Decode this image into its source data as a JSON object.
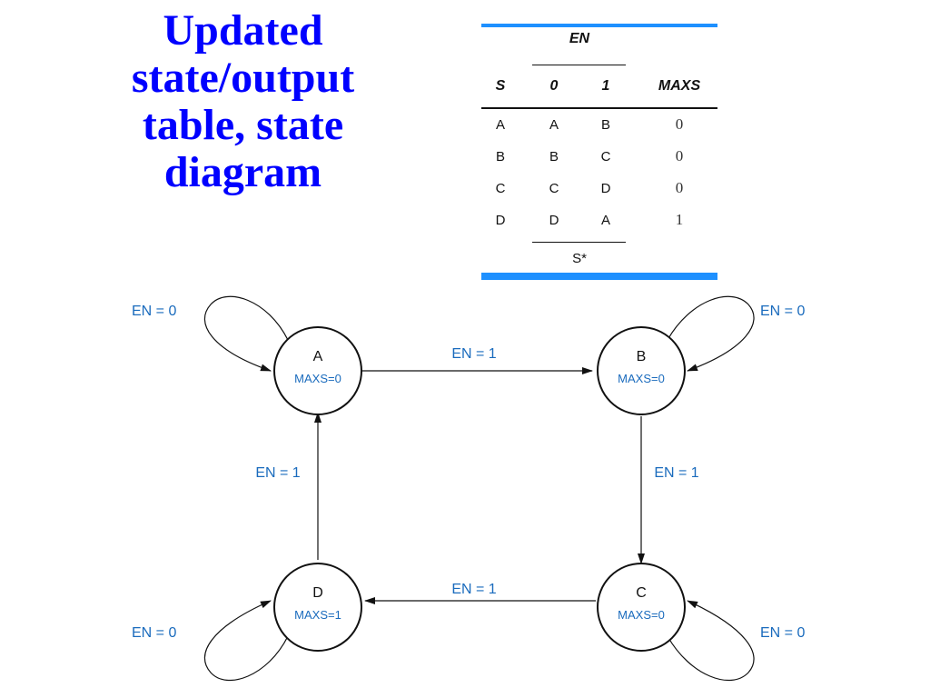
{
  "title": {
    "line1": "Updated",
    "line2": "state/output",
    "line3": "table, state",
    "line4": "diagram"
  },
  "table": {
    "group_header": "EN",
    "headers": {
      "state": "S",
      "en0": "0",
      "en1": "1",
      "output": "MAXS"
    },
    "rows": [
      {
        "s": "A",
        "en0": "A",
        "en1": "B",
        "maxs": "0"
      },
      {
        "s": "B",
        "en0": "B",
        "en1": "C",
        "maxs": "0"
      },
      {
        "s": "C",
        "en0": "C",
        "en1": "D",
        "maxs": "0"
      },
      {
        "s": "D",
        "en0": "D",
        "en1": "A",
        "maxs": "1"
      }
    ],
    "footer": "S*"
  },
  "diagram": {
    "states": {
      "A": {
        "name": "A",
        "output": "MAXS=0"
      },
      "B": {
        "name": "B",
        "output": "MAXS=0"
      },
      "C": {
        "name": "C",
        "output": "MAXS=0"
      },
      "D": {
        "name": "D",
        "output": "MAXS=1"
      }
    },
    "edges": {
      "a_to_b": "EN = 1",
      "b_to_c": "EN = 1",
      "c_to_d": "EN = 1",
      "d_to_a": "EN = 1",
      "a_self": "EN = 0",
      "b_self": "EN = 0",
      "c_self": "EN = 0",
      "d_self": "EN = 0"
    }
  },
  "colors": {
    "title": "#0000ff",
    "table_bar": "#1e90ff",
    "diagram_label": "#1a6bbd",
    "line": "#111111"
  }
}
